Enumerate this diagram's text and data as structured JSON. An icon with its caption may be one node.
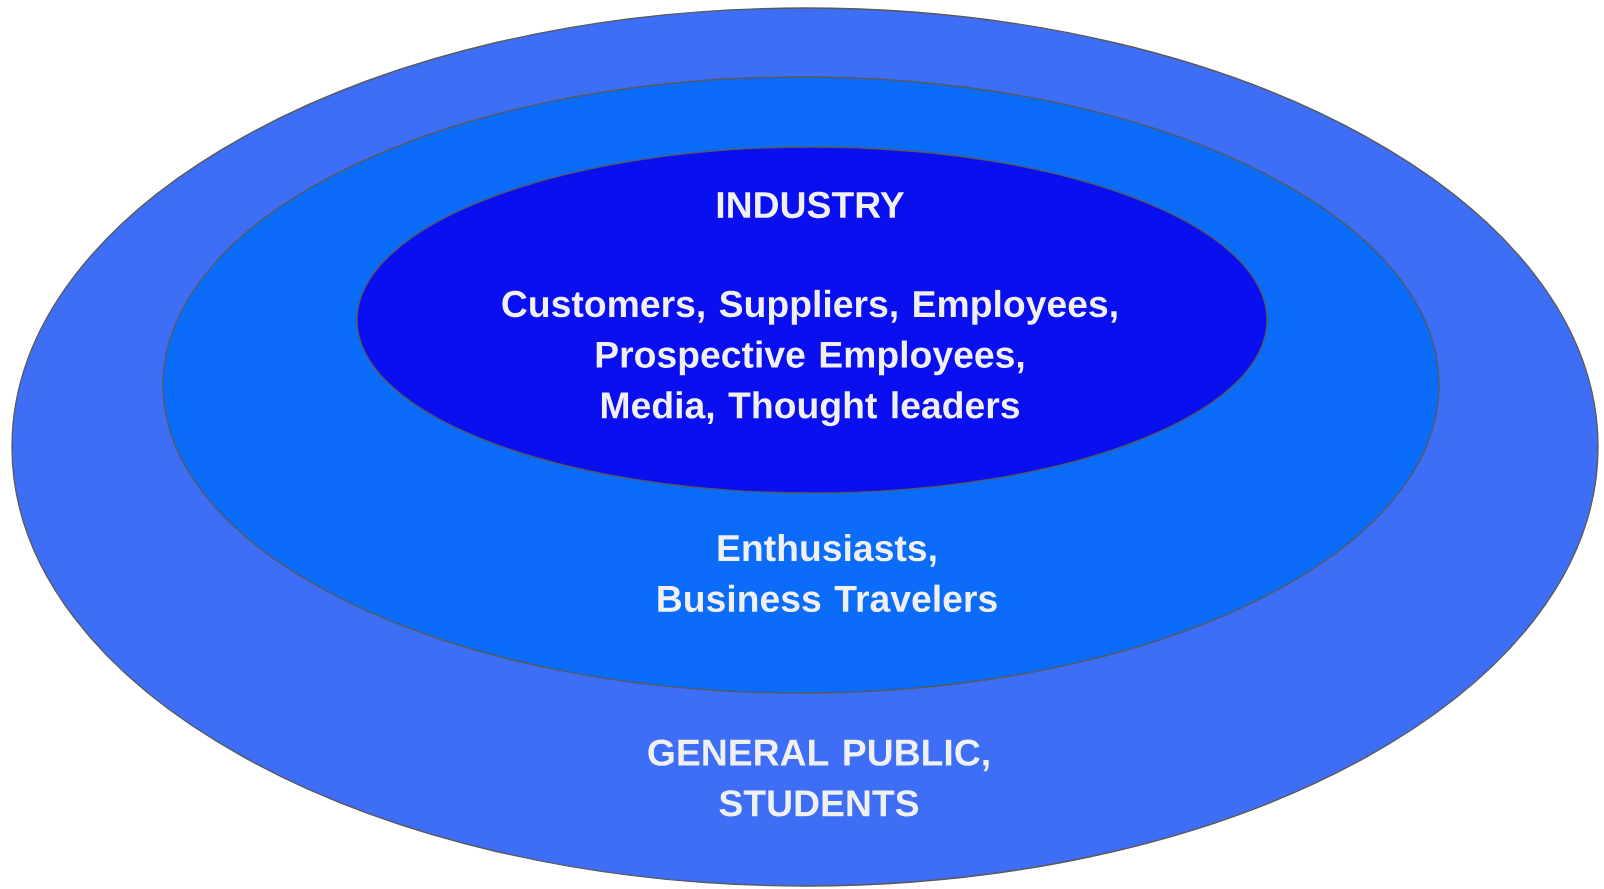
{
  "diagram": {
    "nodes": [
      {
        "text": [
          "GENERAL PUBLIC, STUDENTS"
        ]
      },
      {
        "text": [
          "Enthusiasts, Business Travelers"
        ],
        "in": 0
      },
      {
        "text": [
          "INDUSTRY",
          "Customers, Suppliers, Employees, Prospective Employees, Media, Thought leaders"
        ],
        "in": 1
      }
    ]
  }
}
